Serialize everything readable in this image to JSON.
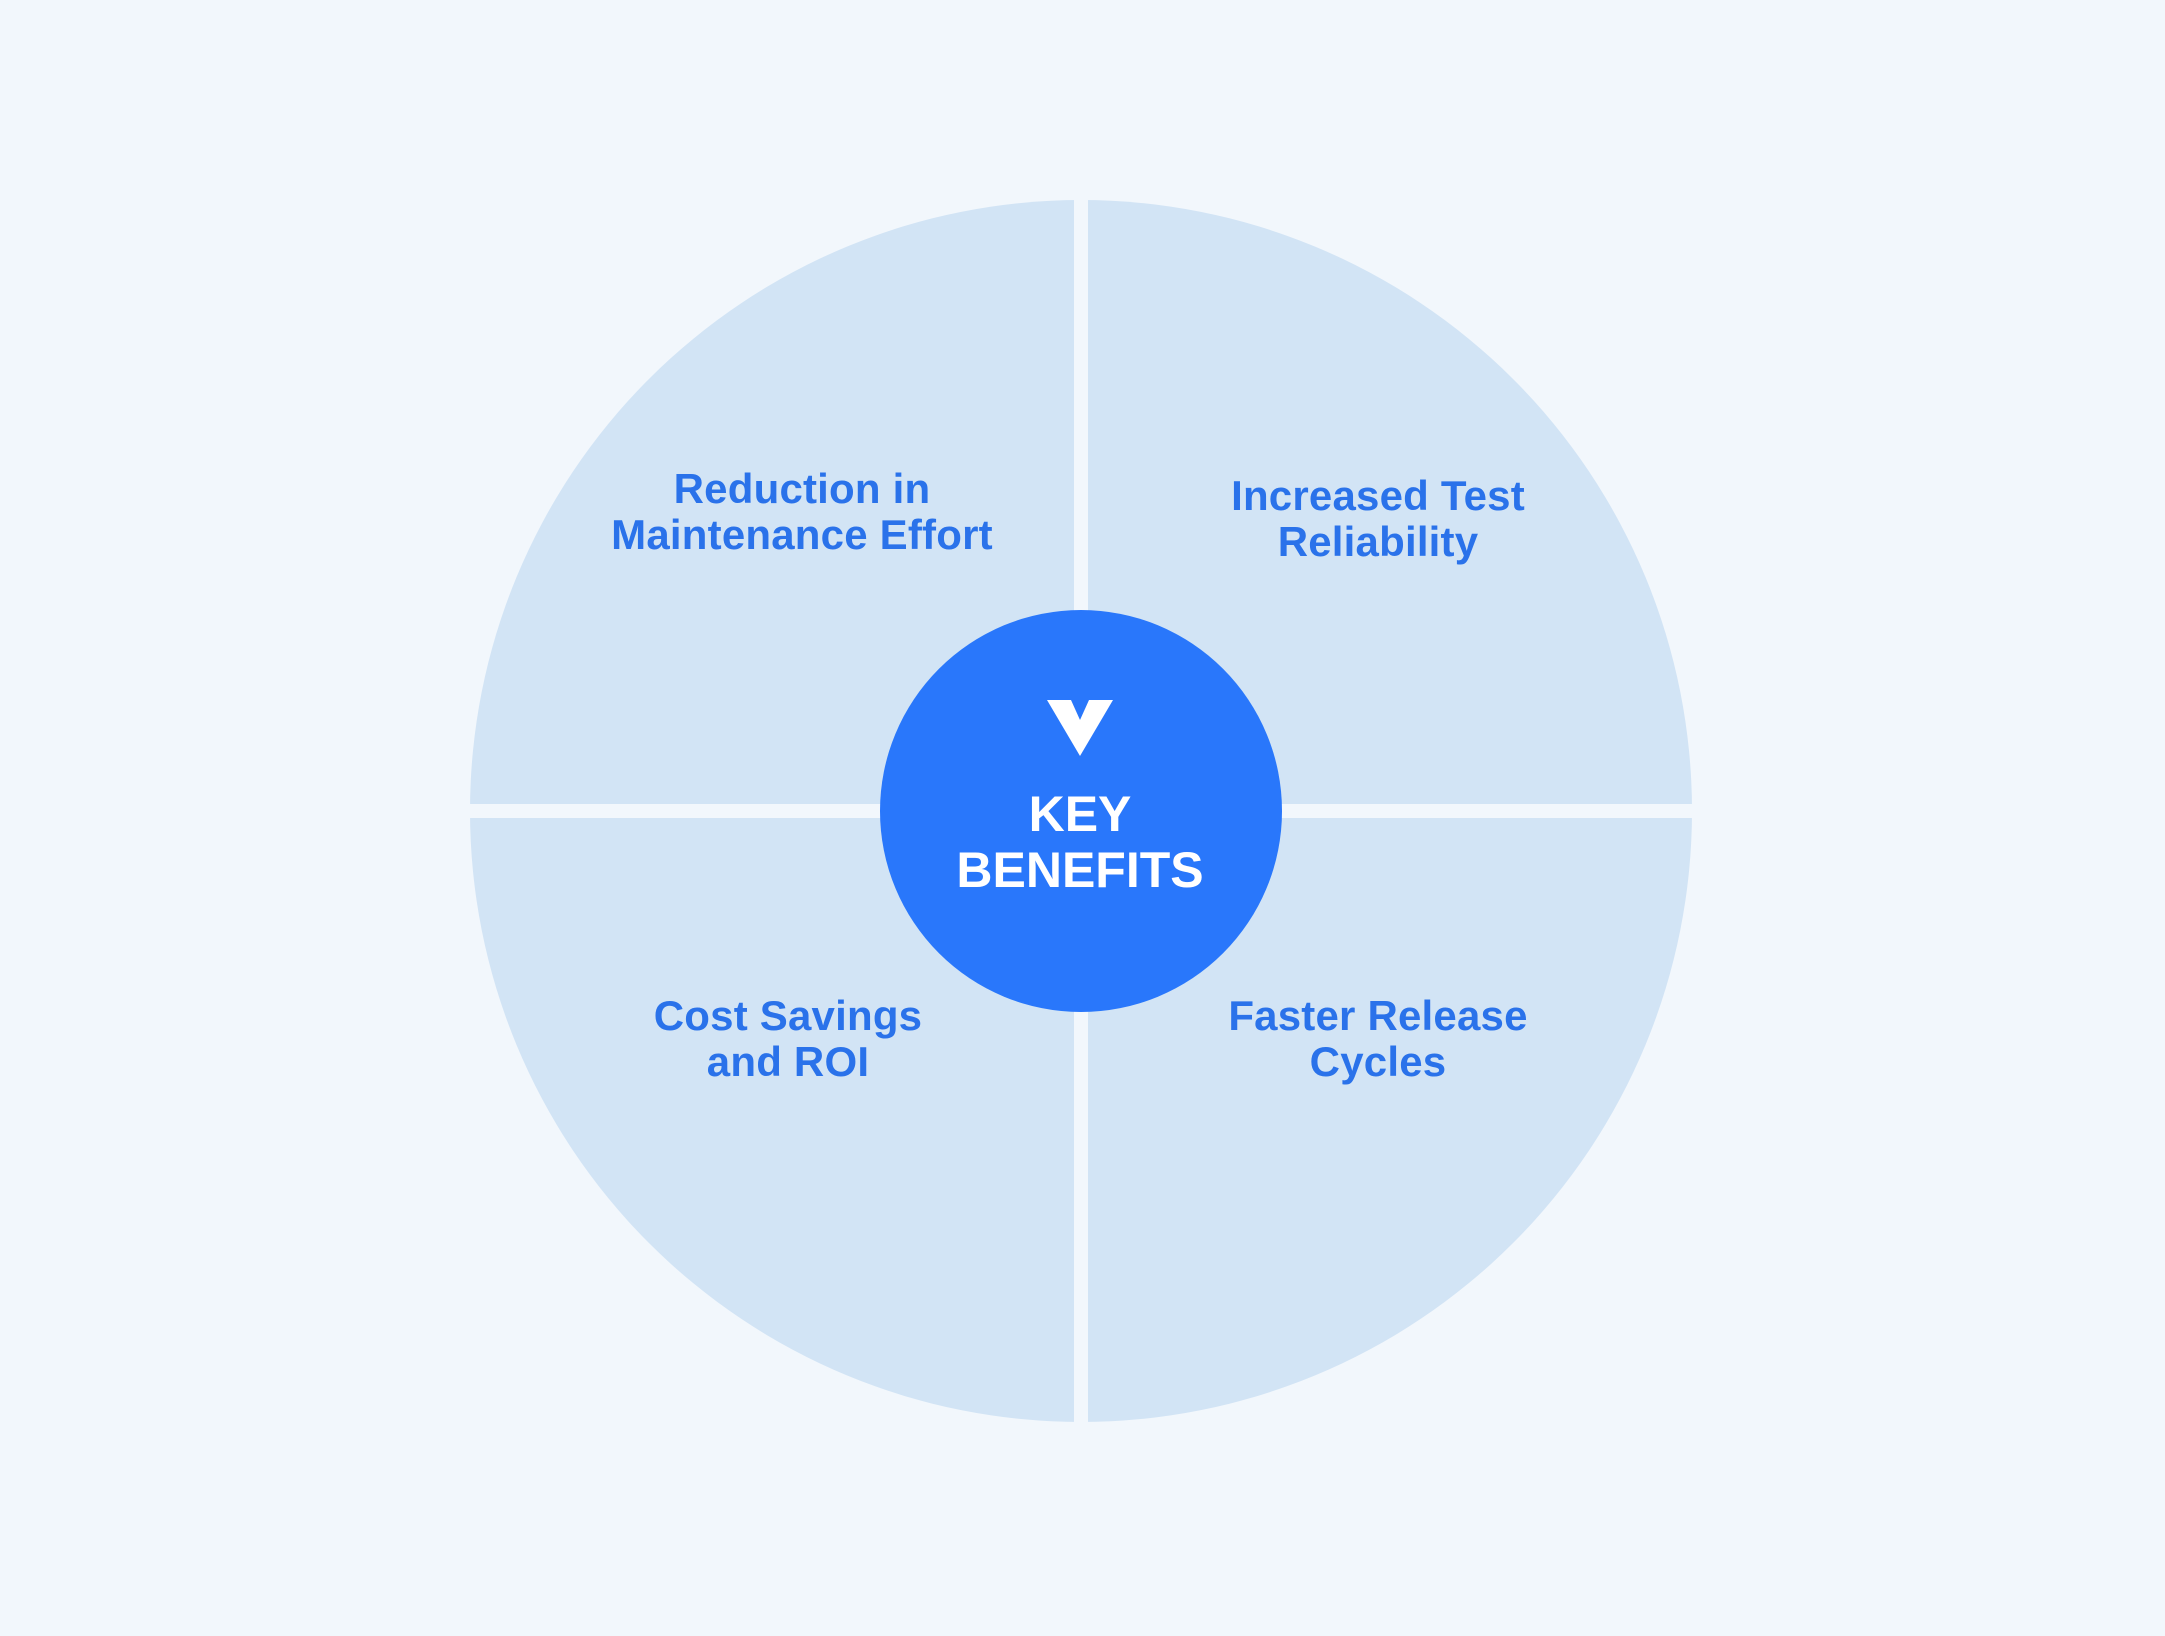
{
  "colors": {
    "background": "#f2f7fc",
    "quadrant_fill": "#d2e4f5",
    "separator": "#f2f7fc",
    "center_fill": "#2977fb",
    "quadrant_text": "#2a72ea",
    "center_text": "#ffffff"
  },
  "center": {
    "icon": "v-logo-icon",
    "title_line1": "KEY",
    "title_line2": "BENEFITS"
  },
  "quadrants": [
    {
      "position": "top-left",
      "line1": "Reduction in",
      "line2": "Maintenance Effort"
    },
    {
      "position": "top-right",
      "line1": "Increased Test",
      "line2": "Reliability"
    },
    {
      "position": "bottom-left",
      "line1": "Cost Savings",
      "line2": "and ROI"
    },
    {
      "position": "bottom-right",
      "line1": "Faster Release",
      "line2": "Cycles"
    }
  ]
}
